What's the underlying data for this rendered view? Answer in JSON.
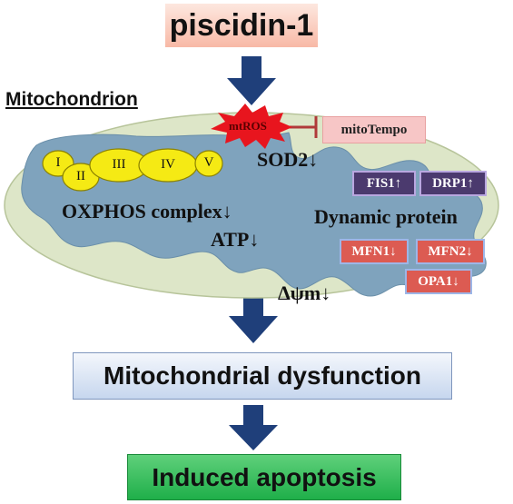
{
  "title": "piscidin-1",
  "section_label": "Mitochondrion",
  "ros": "mtROS",
  "inhibitor": "mitoTempo",
  "sod2": "SOD2↓",
  "complexes": [
    "I",
    "II",
    "III",
    "IV",
    "V"
  ],
  "oxphos": "OXPHOS complex↓",
  "atp": "ATP↓",
  "delta_psi": "Δψm↓",
  "dynamic_protein": "Dynamic protein",
  "fission_proteins": [
    "FIS1↑",
    "DRP1↑"
  ],
  "fusion_proteins": [
    "MFN1↓",
    "MFN2↓",
    "OPA1↓"
  ],
  "outcome_1": "Mitochondrial dysfunction",
  "outcome_2": "Induced apoptosis",
  "colors": {
    "arrow": "#1f3f7a",
    "membrane": "#dde6c8",
    "matrix": "#7fa3bd",
    "complex": "#f5ea14",
    "burst": "#e8151e",
    "inhibit_line": "#b03a3a"
  }
}
